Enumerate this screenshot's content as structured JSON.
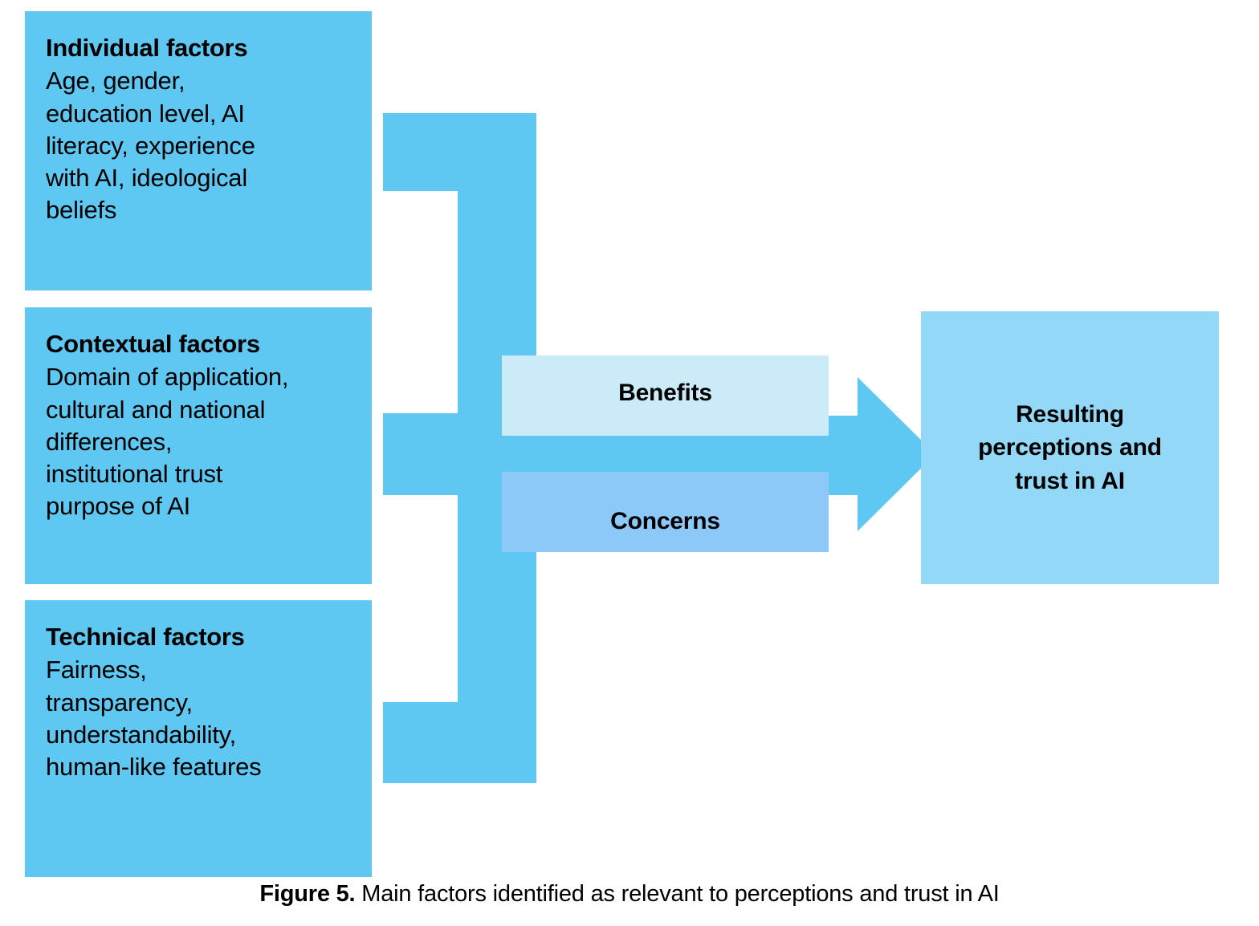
{
  "figure": {
    "caption_label": "Figure 5.",
    "caption_text": " Main factors identified as relevant to perceptions and trust in AI"
  },
  "colors": {
    "primary_blue": "#5FC8F2",
    "benefits_blue": "#CCEBF8",
    "concerns_blue": "#8CC8F8",
    "result_blue": "#93D9F7",
    "text": "#000000",
    "background": "#FFFFFF"
  },
  "diagram": {
    "type": "flow-diagram",
    "inputs": [
      {
        "id": "individual",
        "title": "Individual factors",
        "body": "Age, gender,\neducation level, AI\nliteracy, experience\nwith AI, ideological\nbeliefs"
      },
      {
        "id": "contextual",
        "title": "Contextual factors",
        "body": "Domain of application,\ncultural and national\ndifferences,\ninstitutional trust\npurpose of AI"
      },
      {
        "id": "technical",
        "title": "Technical factors",
        "body": "Fairness,\ntransparency,\nunderstandability,\nhuman-like features"
      }
    ],
    "mediators": [
      {
        "id": "benefits",
        "label": "Benefits"
      },
      {
        "id": "concerns",
        "label": "Concerns"
      }
    ],
    "output": {
      "id": "result",
      "label": "Resulting\nperceptions and\ntrust in AI"
    }
  }
}
